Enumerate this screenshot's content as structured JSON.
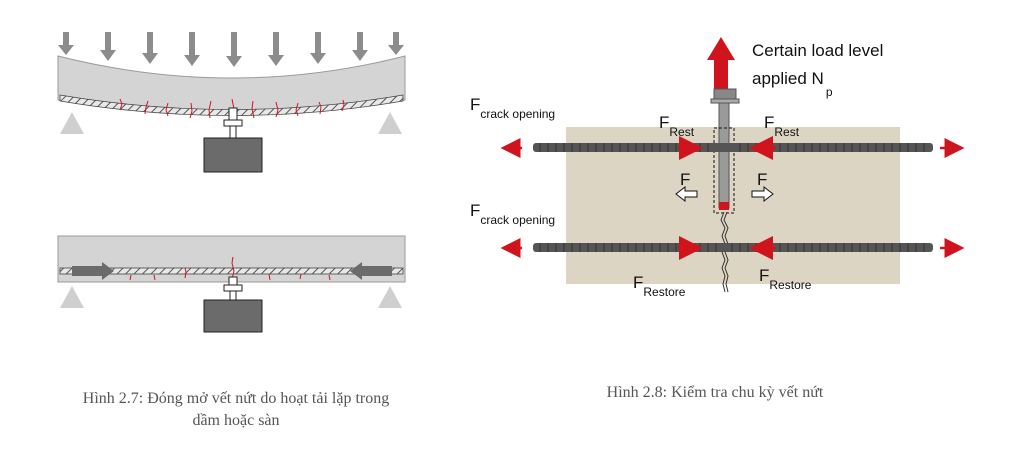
{
  "figure_27": {
    "caption_line1": "Hình 2.7: Đóng mở vết nứt do hoạt tải lặp trong",
    "caption_line2": "dầm hoặc sàn"
  },
  "figure_28": {
    "caption": "Hình 2.8: Kiểm tra chu kỳ vết nứt",
    "load_label_line1": "Certain load level",
    "load_label_line2_main": "applied N",
    "load_label_line2_sub": "p",
    "crack_opening_top_main": "F",
    "crack_opening_top_sub": "crack opening",
    "crack_opening_bottom_main": "F",
    "crack_opening_bottom_sub": "crack opening",
    "rest_left_main": "F",
    "rest_left_sub": "Rest",
    "rest_right_main": "F",
    "rest_right_sub": "Rest",
    "f_left": "F",
    "f_right": "F",
    "restore_left_main": "F",
    "restore_left_sub": "Restore",
    "restore_right_main": "F",
    "restore_right_sub": "Restore"
  },
  "colors": {
    "arrow_gray": "#8c8c8c",
    "beam_gray": "#d4d4d4",
    "concrete": "#ddd5c3",
    "rebar": "#555555",
    "force_red": "#d0141e",
    "box_gray": "#6b6b6b"
  }
}
